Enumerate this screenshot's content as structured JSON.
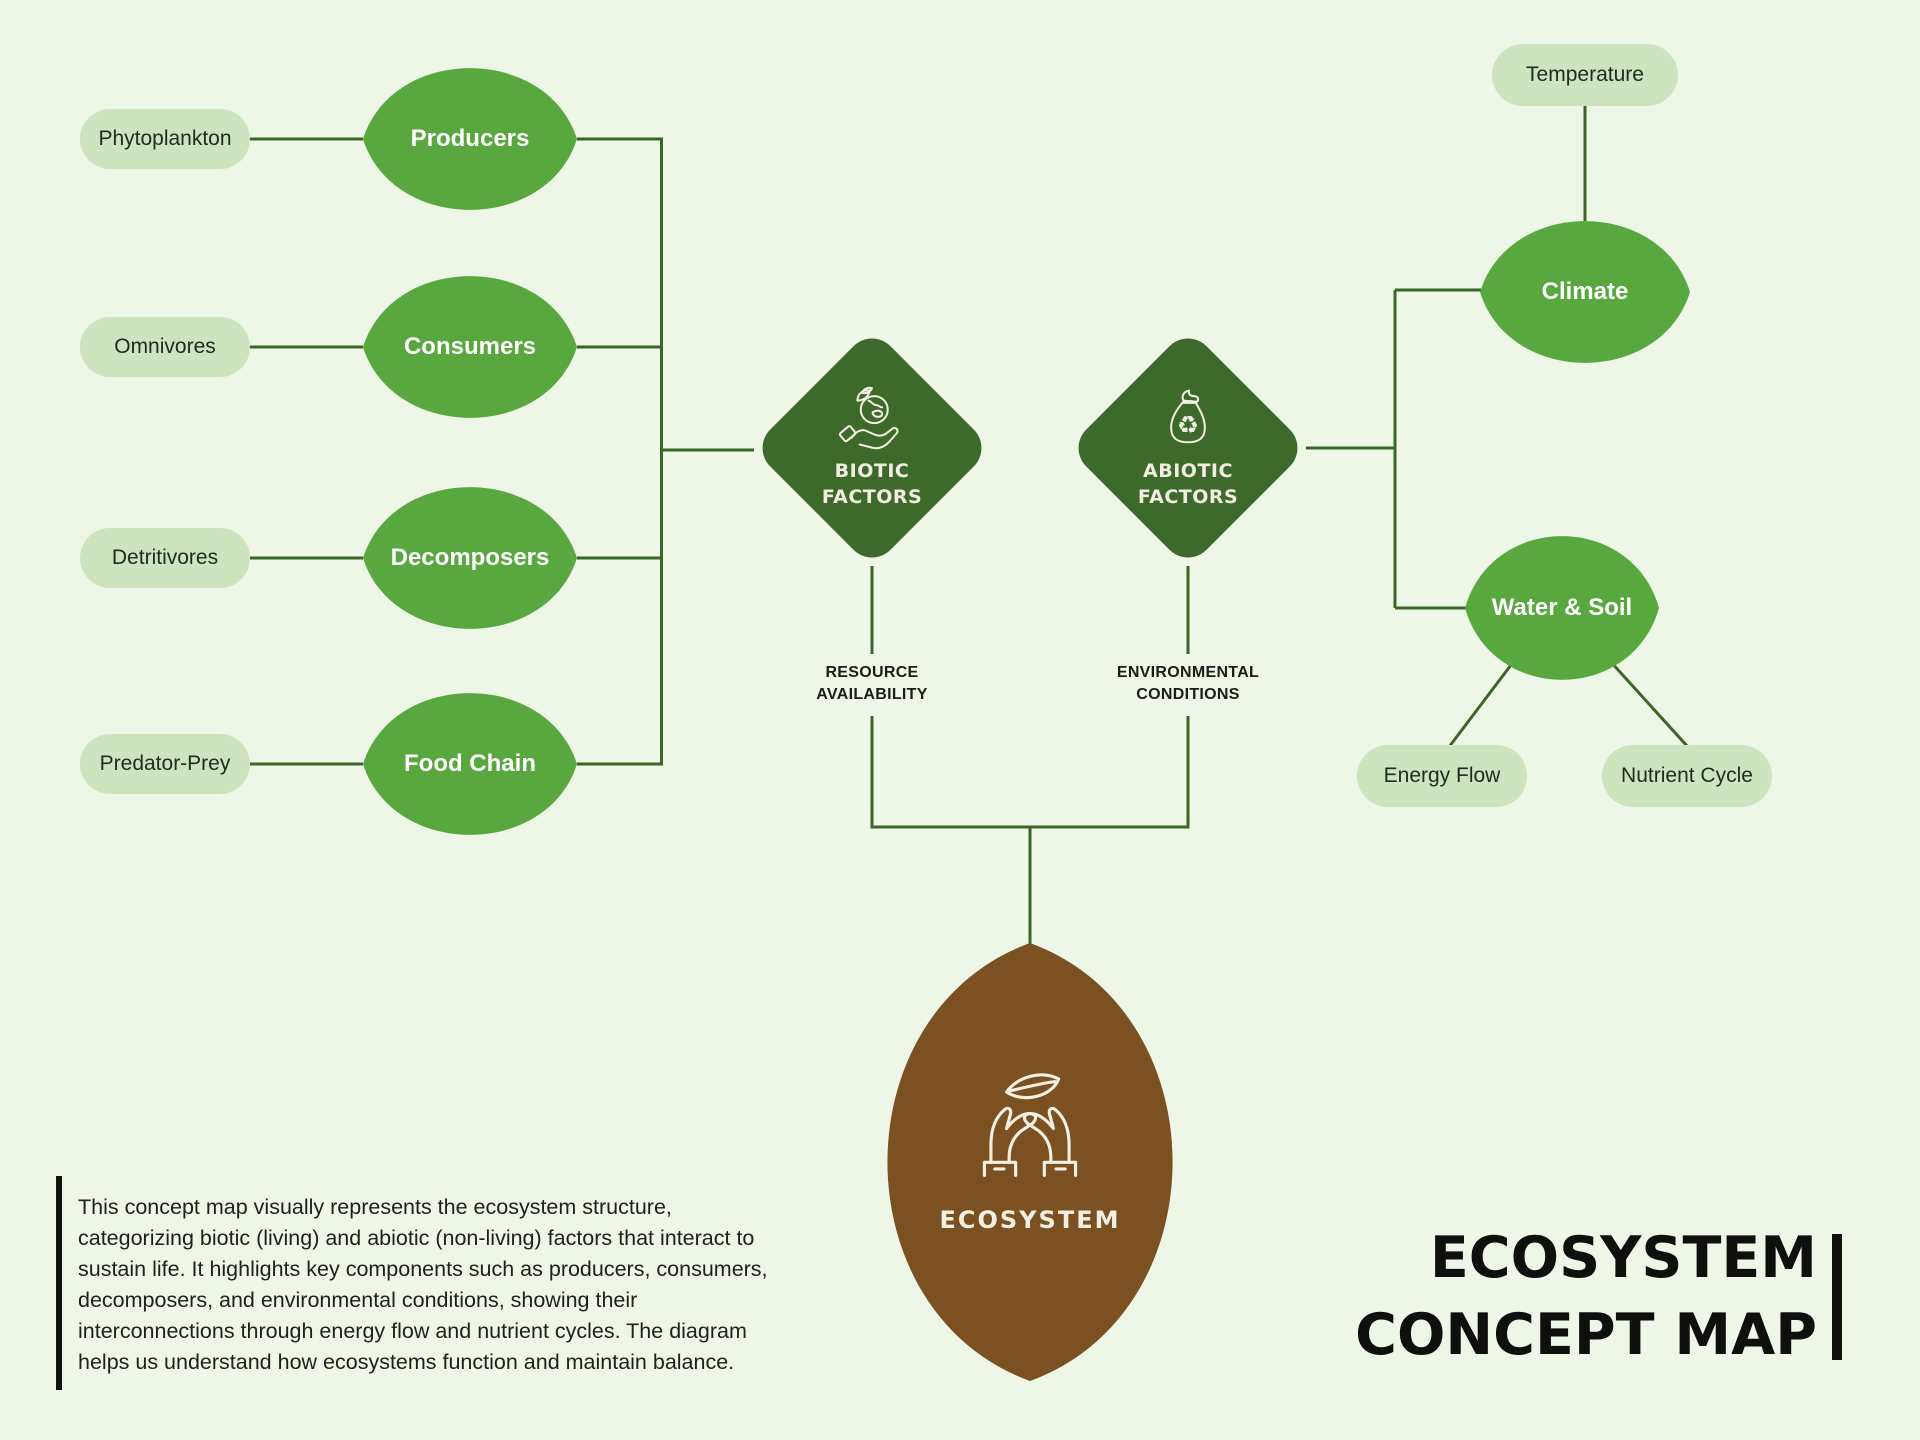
{
  "title": {
    "line1": "ECOSYSTEM",
    "line2": "CONCEPT MAP"
  },
  "description": "This concept map visually represents the ecosystem structure, categorizing biotic (living) and abiotic (non-living) factors that interact to sustain life. It highlights key components such as producers, consumers, decomposers, and environmental conditions, showing their interconnections through energy flow and nutrient cycles. The diagram helps us understand how ecosystems function and maintain balance.",
  "left_branches": [
    {
      "detail": "Phytoplankton",
      "category": "Producers"
    },
    {
      "detail": "Omnivores",
      "category": "Consumers"
    },
    {
      "detail": "Detritivores",
      "category": "Decomposers"
    },
    {
      "detail": "Predator-Prey",
      "category": "Food Chain"
    }
  ],
  "biotic": {
    "line1": "BIOTIC",
    "line2": "FACTORS",
    "icon": "hand-holding-earth-icon"
  },
  "abiotic": {
    "line1": "ABIOTIC",
    "line2": "FACTORS",
    "icon": "recycling-bag-icon"
  },
  "edge_labels": {
    "biotic": {
      "line1": "RESOURCE",
      "line2": "AVAILABILITY"
    },
    "abiotic": {
      "line1": "ENVIRONMENTAL",
      "line2": "CONDITIONS"
    }
  },
  "ecosystem": {
    "label": "ECOSYSTEM",
    "icon": "hands-holding-leaf-icon"
  },
  "right_branch": {
    "temperature": "Temperature",
    "climate": "Climate",
    "water_soil": "Water & Soil",
    "energy_flow": "Energy Flow",
    "nutrient_cycle": "Nutrient Cycle"
  },
  "icons": {
    "recycle_glyph": "♻"
  },
  "colors": {
    "background": "#eef6e8",
    "leaf_green": "#58a83f",
    "diamond_green": "#3d6a2b",
    "pill_green": "#cde4bf",
    "ecosystem_brown": "#7b5122",
    "connector": "#3a6628",
    "text_dark": "#1f1f1d",
    "text_light": "#f1eee1"
  }
}
